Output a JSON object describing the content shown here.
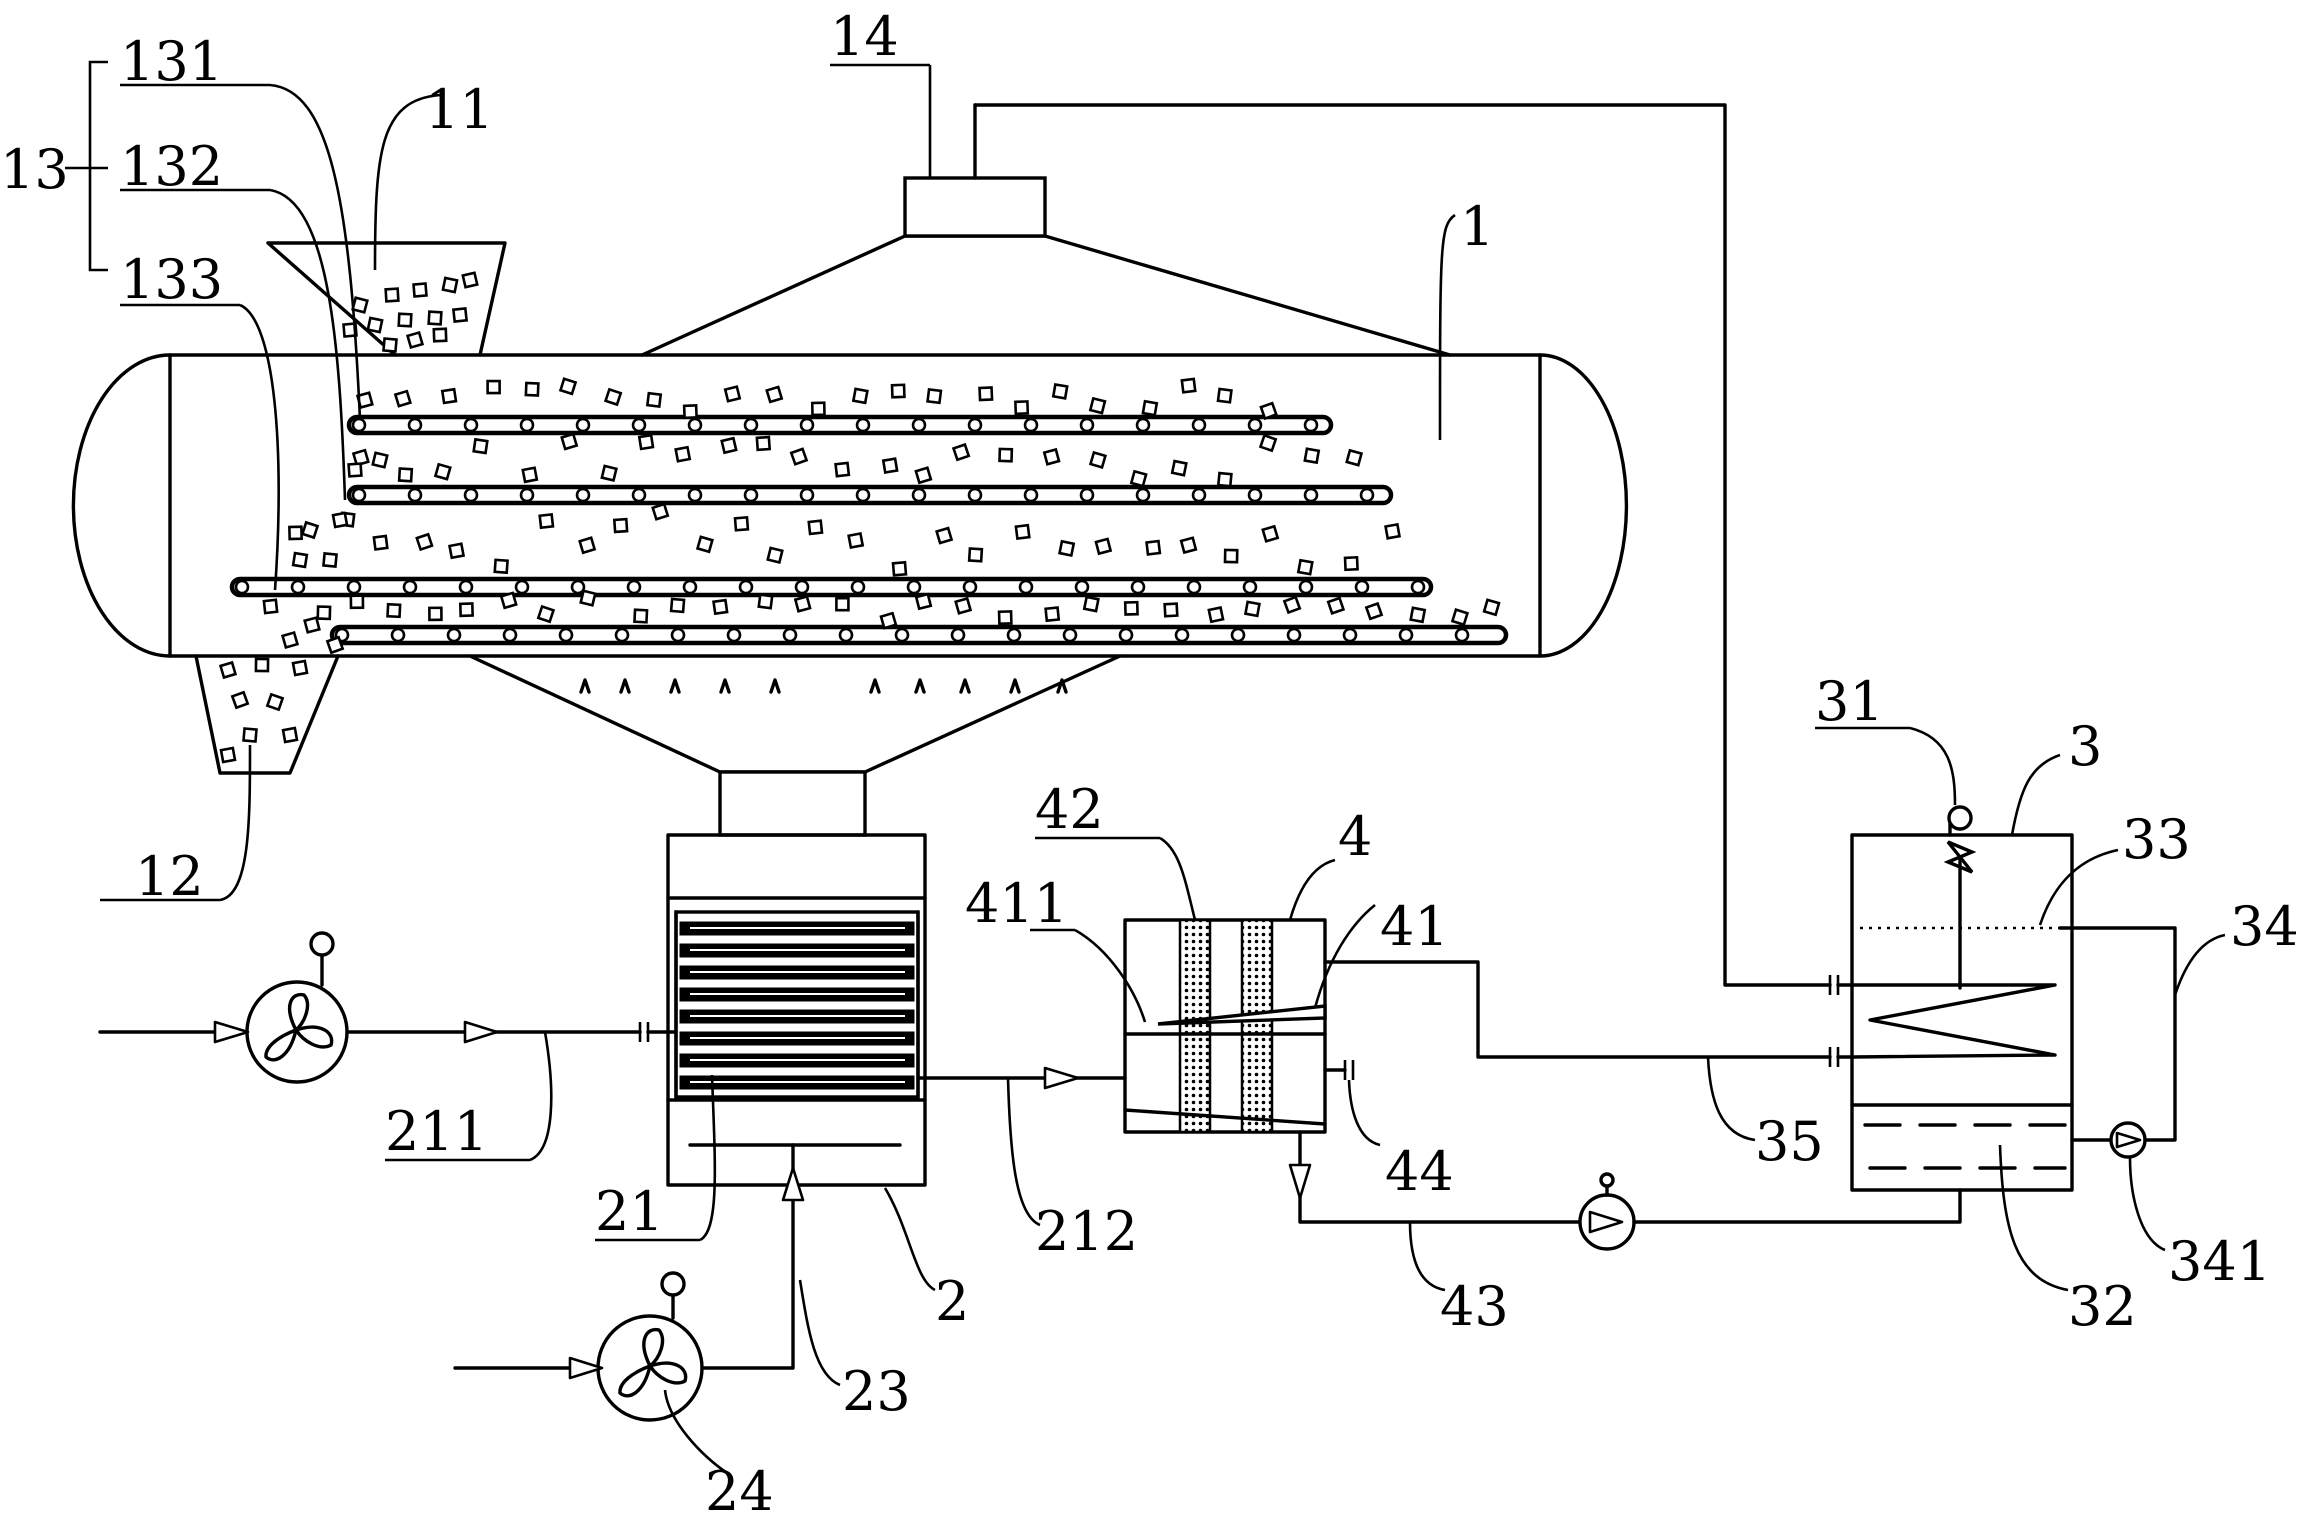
{
  "labels": {
    "l13": "13",
    "l131": "131",
    "l132": "132",
    "l133": "133",
    "l11": "11",
    "l14": "14",
    "l1": "1",
    "l12": "12",
    "l211": "211",
    "l21": "21",
    "l212": "212",
    "l2": "2",
    "l23": "23",
    "l24": "24",
    "l42": "42",
    "l411": "411",
    "l4": "4",
    "l41": "41",
    "l44": "44",
    "l43": "43",
    "l31": "31",
    "l3": "3",
    "l33": "33",
    "l34": "34",
    "l35": "35",
    "l341": "341",
    "l32": "32"
  }
}
